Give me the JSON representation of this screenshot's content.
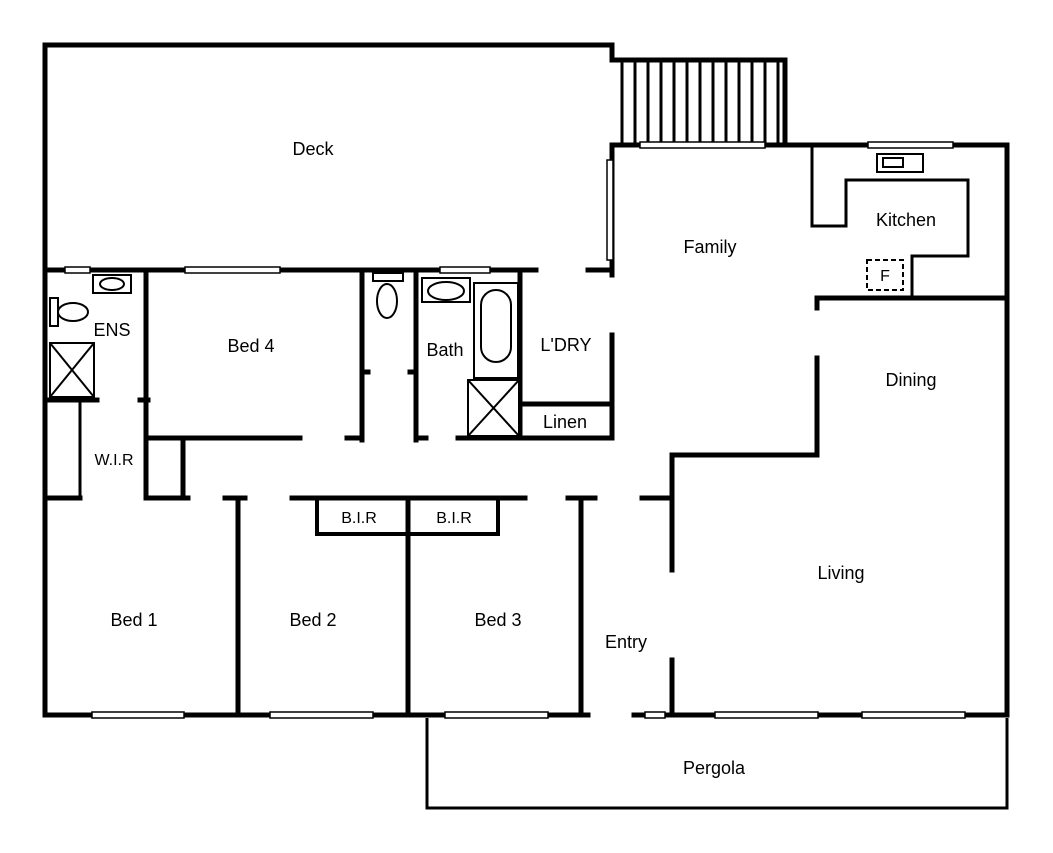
{
  "rooms": {
    "deck": "Deck",
    "family": "Family",
    "kitchen": "Kitchen",
    "fridge": "F",
    "ens": "ENS",
    "bed4": "Bed 4",
    "bath": "Bath",
    "laundry": "L'DRY",
    "linen": "Linen",
    "dining": "Dining",
    "wir": "W.I.R",
    "bir_left": "B.I.R",
    "bir_right": "B.I.R",
    "bed1": "Bed 1",
    "bed2": "Bed 2",
    "bed3": "Bed 3",
    "entry": "Entry",
    "living": "Living",
    "pergola": "Pergola"
  }
}
